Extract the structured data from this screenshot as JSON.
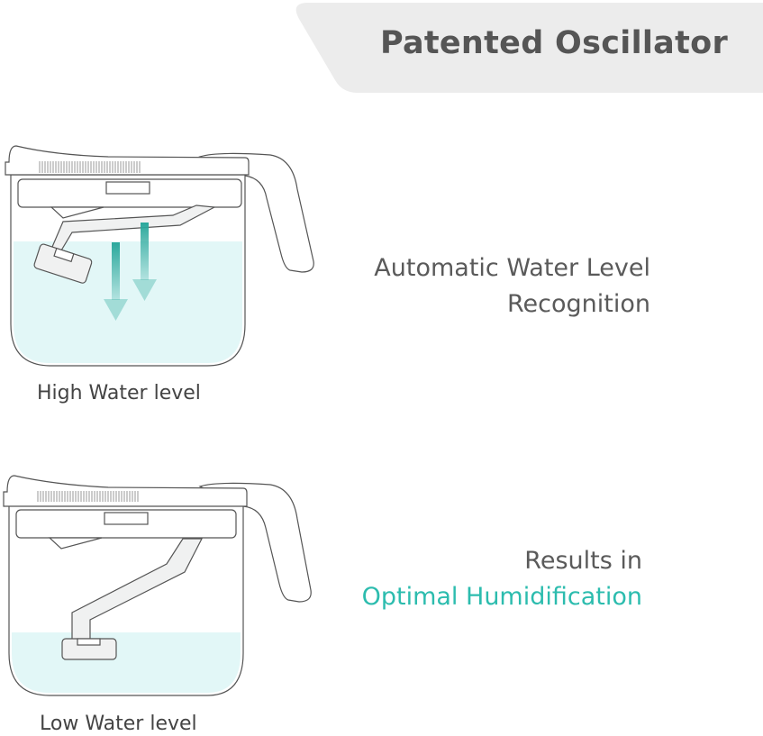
{
  "header": {
    "title": "Patented Oscillator",
    "bg_color": "#ececec"
  },
  "features": [
    {
      "lines": [
        "Automatic Water Level",
        "Recognition"
      ]
    },
    {
      "lines": [
        "Results in",
        "Optimal Humidification"
      ],
      "highlight_color": "#2cbcae"
    }
  ],
  "diagrams": [
    {
      "caption": "High Water level",
      "water_level": "high"
    },
    {
      "caption": "Low Water level",
      "water_level": "low"
    }
  ],
  "colors": {
    "water": "#e2f7f7",
    "arrow": "#2aa89c",
    "text": "#555555"
  }
}
